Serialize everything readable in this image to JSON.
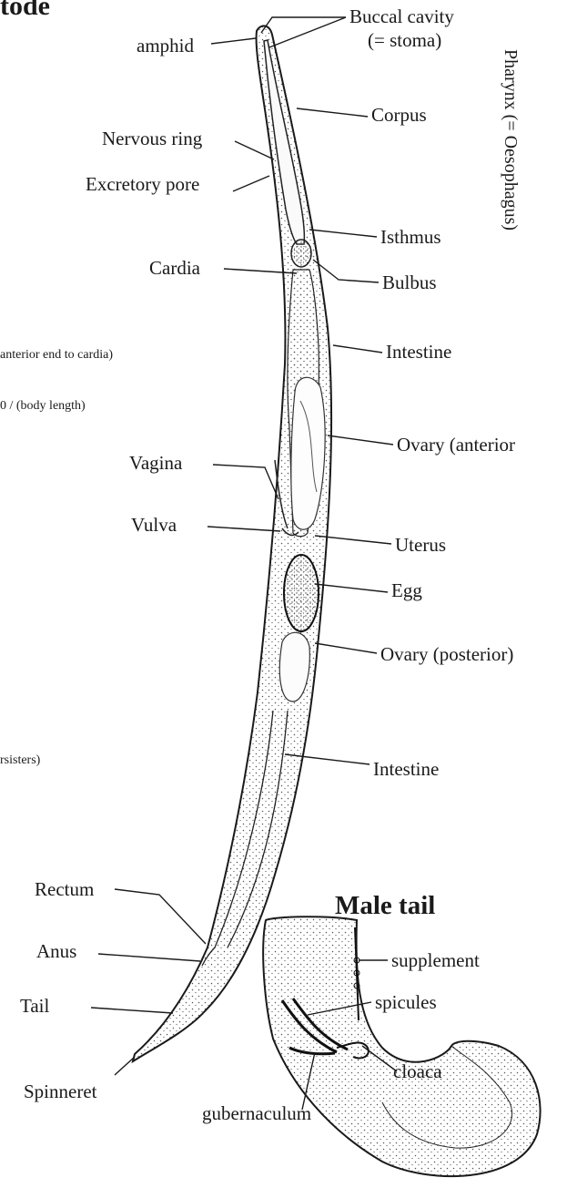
{
  "title_fragment": "tode",
  "male_tail_title": "Male tail",
  "side_notes": [
    "anterior end to cardia)",
    "0 / (body length)",
    "rsisters)"
  ],
  "pharynx_group_label": "Pharynx (= Oesophagus)",
  "labels": {
    "buccal_cavity": "Buccal cavity",
    "stoma": "(= stoma)",
    "amphid": "amphid",
    "corpus": "Corpus",
    "nervous_ring": "Nervous ring",
    "excretory_pore": "Excretory pore",
    "isthmus": "Isthmus",
    "cardia": "Cardia",
    "bulbus": "Bulbus",
    "intestine_upper": "Intestine",
    "ovary_anterior": "Ovary (anterior",
    "vagina": "Vagina",
    "vulva": "Vulva",
    "uterus": "Uterus",
    "egg": "Egg",
    "ovary_posterior": "Ovary (posterior)",
    "intestine_lower": "Intestine",
    "rectum": "Rectum",
    "anus": "Anus",
    "tail": "Tail",
    "spinneret": "Spinneret",
    "supplement": "supplement",
    "spicules": "spicules",
    "cloaca": "cloaca",
    "gubernaculum": "gubernaculum"
  }
}
